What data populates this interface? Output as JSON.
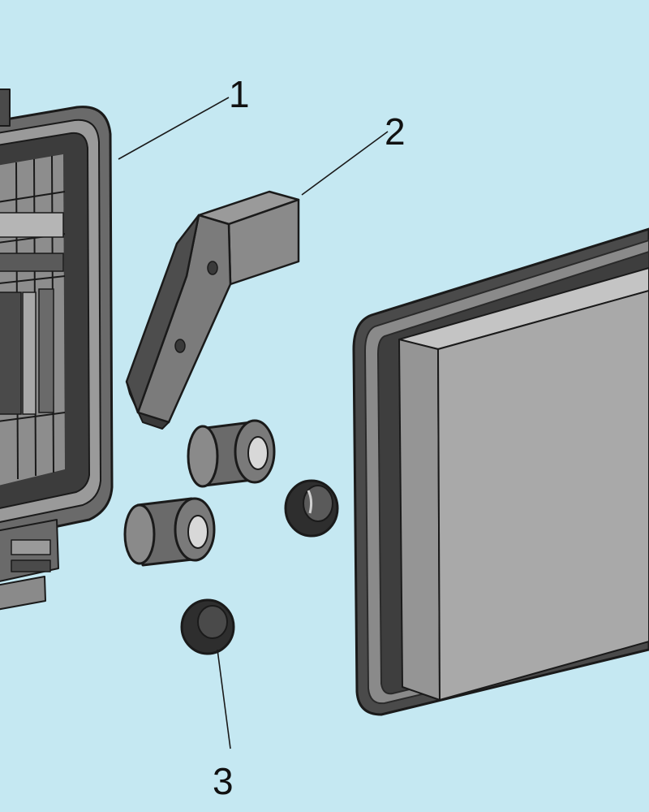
{
  "callouts": {
    "one": "1",
    "two": "2",
    "three": "3"
  },
  "colors": {
    "background": "#c5e8f2",
    "outline": "#1a1a1a",
    "gasket": "#4a4a4a",
    "filter_face": "#a9a9a9",
    "filter_side": "#8a8a8a",
    "part_dark": "#5a5a5a",
    "part_mid": "#7d7d7d"
  },
  "parts": [
    {
      "id": "1",
      "name": "air-cleaner-case"
    },
    {
      "id": "2",
      "name": "bracket"
    },
    {
      "id": "3",
      "name": "grommet"
    }
  ]
}
